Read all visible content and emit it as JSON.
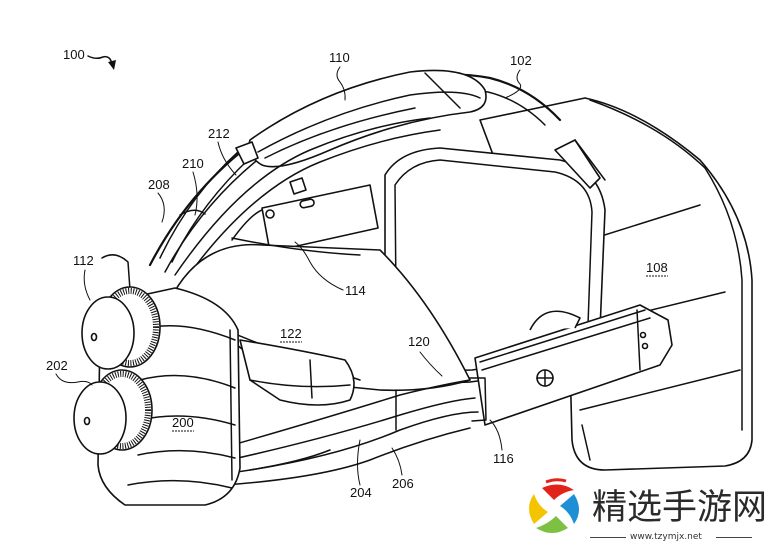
{
  "figure": {
    "title": "Head-mounted display device – patent drawing",
    "reference_numerals": {
      "device": "100",
      "headband": "102",
      "display_housing": "108",
      "top_pad": "110",
      "dial_upper": "112",
      "arm_connector": "114",
      "side_hinge": "116",
      "strap": "120",
      "inner_region": "122",
      "rear_housing": "200",
      "dial_lower": "202",
      "lower_strap_a": "204",
      "lower_strap_b": "206",
      "strap_208": "208",
      "strap_210": "210",
      "strap_212": "212"
    }
  },
  "watermark": {
    "site_name": "精选手游网",
    "url": "www.tzymjx.net",
    "colors": [
      "#e2231a",
      "#1e8fd5",
      "#7cc142",
      "#f5c400"
    ]
  }
}
